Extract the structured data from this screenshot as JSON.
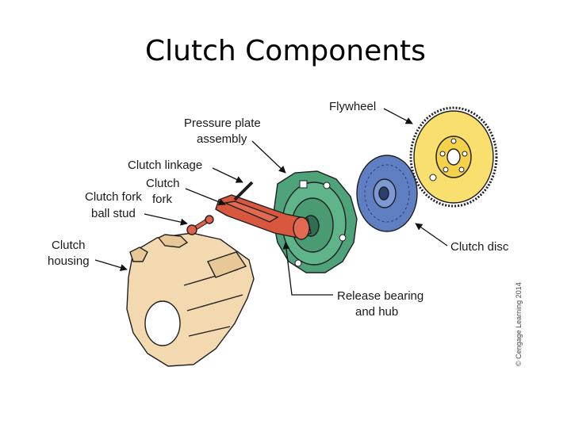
{
  "title": "Clutch Components",
  "labels": {
    "flywheel": "Flywheel",
    "pressure_plate_1": "Pressure plate",
    "pressure_plate_2": "assembly",
    "clutch_linkage": "Clutch linkage",
    "clutch_fork_1": "Clutch",
    "clutch_fork_2": "fork",
    "fork_ball_stud_1": "Clutch fork",
    "fork_ball_stud_2": "ball stud",
    "clutch_housing_1": "Clutch",
    "clutch_housing_2": "housing",
    "clutch_disc": "Clutch disc",
    "release_bearing_1": "Release bearing",
    "release_bearing_2": "and hub"
  },
  "credit": "© Cengage Learning 2014",
  "colors": {
    "housing": "#f3d9b0",
    "pressure_plate": "#4fa37a",
    "clutch_disc": "#5f7fc2",
    "flywheel": "#f9df6e",
    "fork": "#d9573f",
    "ball_stud": "#e0604a"
  }
}
